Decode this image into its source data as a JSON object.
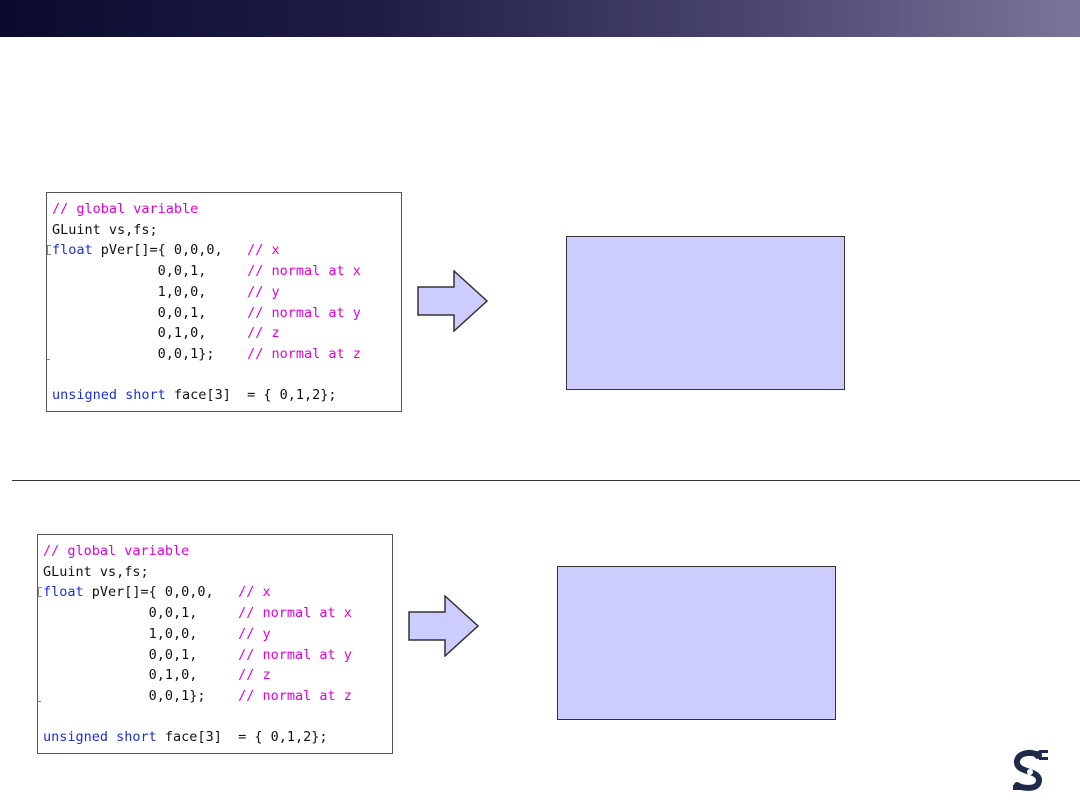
{
  "slide": {
    "code": [
      {
        "segments": [
          {
            "t": "// global variable",
            "c": "cm"
          }
        ]
      },
      {
        "segments": [
          {
            "t": "GLuint vs,fs;",
            "c": ""
          }
        ]
      },
      {
        "segments": [
          {
            "t": "float",
            "c": "kw"
          },
          {
            "t": " pVer[]={ 0,0,0,   ",
            "c": ""
          },
          {
            "t": "// x",
            "c": "cm"
          }
        ]
      },
      {
        "segments": [
          {
            "t": "             0,0,1,     ",
            "c": ""
          },
          {
            "t": "// normal at x",
            "c": "cm"
          }
        ]
      },
      {
        "segments": [
          {
            "t": "             1,0,0,     ",
            "c": ""
          },
          {
            "t": "// y",
            "c": "cm"
          }
        ]
      },
      {
        "segments": [
          {
            "t": "             0,0,1,     ",
            "c": ""
          },
          {
            "t": "// normal at y",
            "c": "cm"
          }
        ]
      },
      {
        "segments": [
          {
            "t": "             0,1,0,     ",
            "c": ""
          },
          {
            "t": "// z",
            "c": "cm"
          }
        ]
      },
      {
        "segments": [
          {
            "t": "             0,0,1};    ",
            "c": ""
          },
          {
            "t": "// normal at z",
            "c": "cm"
          }
        ]
      },
      {
        "segments": [
          {
            "t": "",
            "c": ""
          }
        ]
      },
      {
        "segments": [
          {
            "t": "unsigned short",
            "c": "kw"
          },
          {
            "t": " face[3]  = { 0,1,2};",
            "c": ""
          }
        ]
      }
    ],
    "colors": {
      "keyword": "#1a2fd6",
      "comment": "#e000e0",
      "result_fill": "#ccccff",
      "arrow_fill": "#ccccff",
      "title_bar_dark": "#0b0a2e",
      "title_bar_light": "#7a7598"
    },
    "icons": {
      "arrow": "right-arrow-icon",
      "logo": "robot-arm-logo-icon"
    }
  }
}
